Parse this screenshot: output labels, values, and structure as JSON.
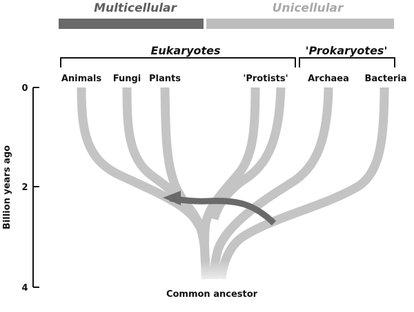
{
  "header": {
    "multicellular_label": "Multicellular",
    "unicellular_label": "Unicellular",
    "multicellular_color": "#6a6a6a",
    "unicellular_color": "#bdbdbd"
  },
  "groups": {
    "eukaryotes_label": "Eukaryotes",
    "prokaryotes_label": "'Prokaryotes'"
  },
  "leaves": {
    "animals": "Animals",
    "fungi": "Fungi",
    "plants": "Plants",
    "protists": "'Protists'",
    "archaea": "Archaea",
    "bacteria": "Bacteria"
  },
  "axis": {
    "label": "Billion years ago",
    "ticks": [
      "0",
      "2",
      "4"
    ]
  },
  "root_label": "Common ancestor",
  "colors": {
    "branch": "#c4c4c4",
    "endosymbiosis_arrow": "#6a6a6a"
  }
}
